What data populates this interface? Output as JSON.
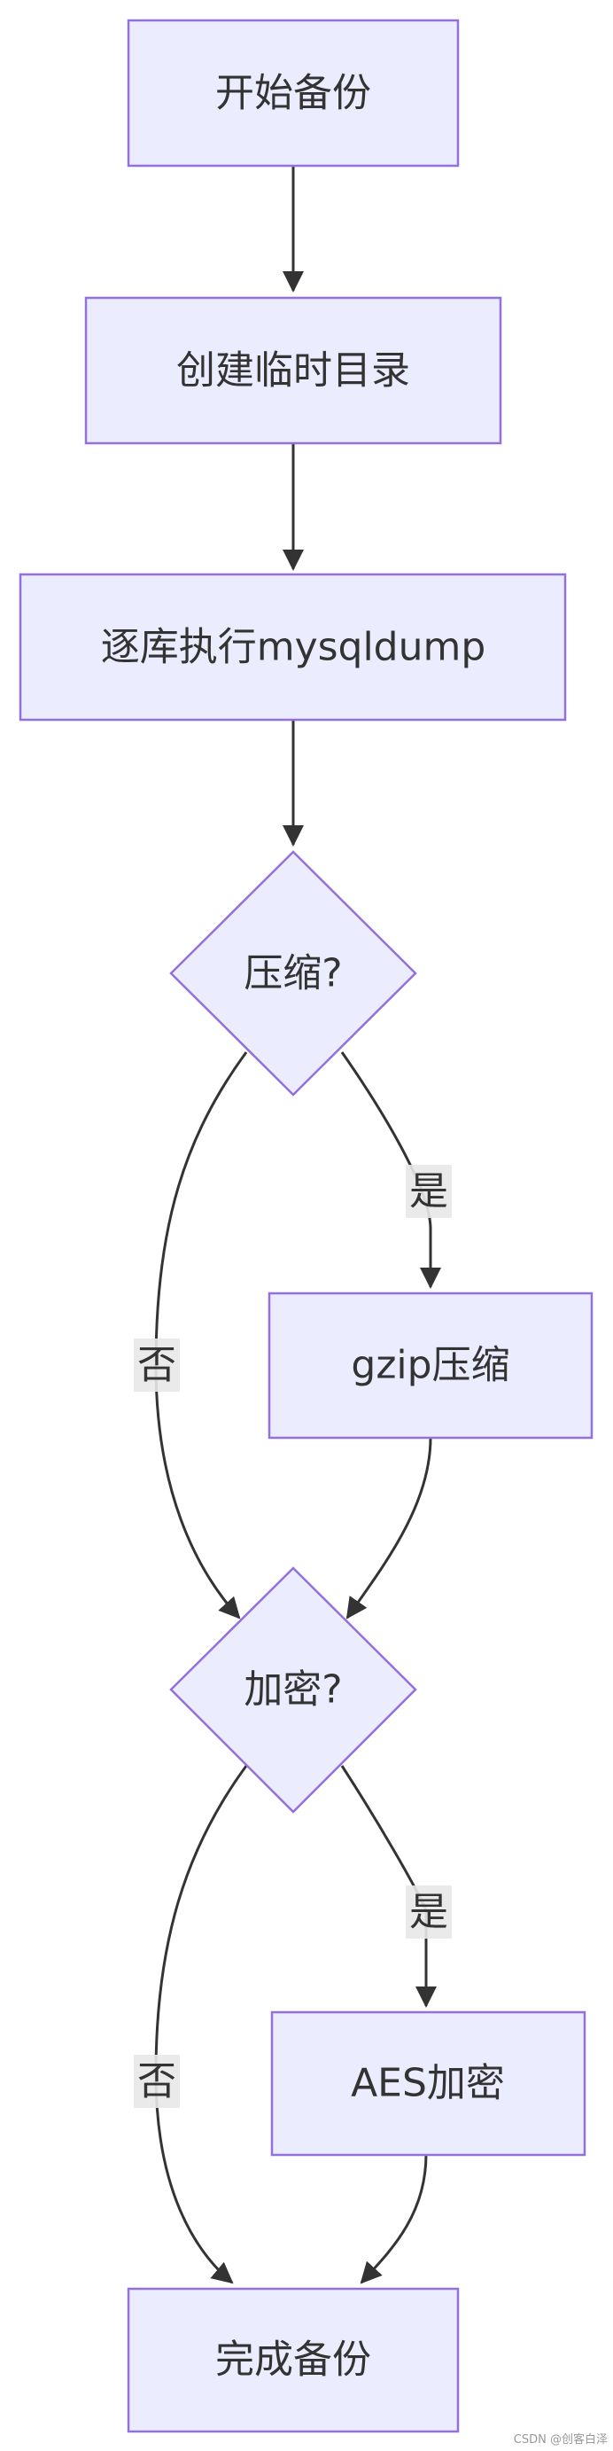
{
  "nodes": {
    "start": "开始备份",
    "create_temp_dir": "创建临时目录",
    "mysqldump": "逐库执行mysqldump",
    "compress_decision": "压缩?",
    "gzip": "gzip压缩",
    "encrypt_decision": "加密?",
    "aes": "AES加密",
    "finish": "完成备份"
  },
  "edge_labels": {
    "compress_yes": "是",
    "compress_no": "否",
    "encrypt_yes": "是",
    "encrypt_no": "否"
  },
  "watermark": "CSDN @创客白泽",
  "colors": {
    "node_fill": "#ececff",
    "node_stroke": "#9370db",
    "edge": "#333333",
    "text": "#333333",
    "label_bg": "#e8e8e8"
  }
}
